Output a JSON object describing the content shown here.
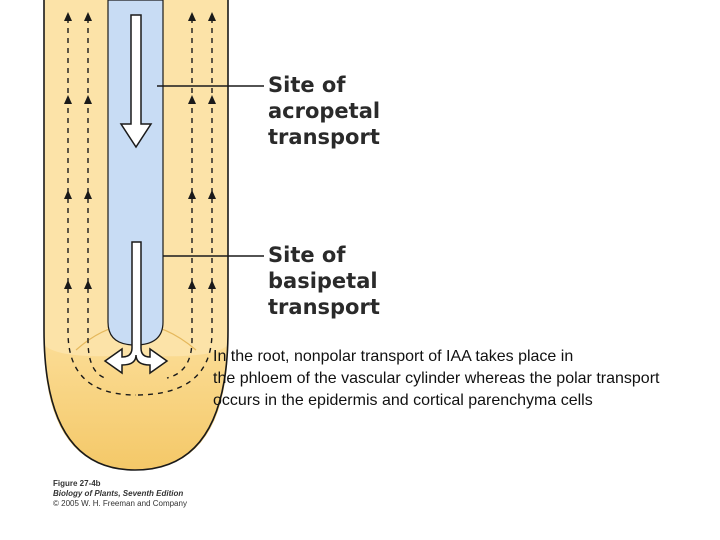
{
  "labels": {
    "acropetal": [
      "Site of",
      "acropetal",
      "transport"
    ],
    "basipetal": [
      "Site of",
      "basipetal",
      "transport"
    ]
  },
  "caption": [
    "In the root, nonpolar transport of IAA takes place in",
    "the phloem of the vascular cylinder whereas the polar transport",
    "occurs in the epidermis and cortical parenchyma cells"
  ],
  "credit": {
    "figure": "Figure 27-4b",
    "book": "Biology of Plants, Seventh Edition",
    "copyright": "© 2005 W. H. Freeman and Company"
  },
  "colors": {
    "cortex": "#fce3a8",
    "root_cap": "#f6cf74",
    "vascular_cylinder": "#c8dcf4",
    "outline": "#1a1a1a",
    "text": "#2a2a2a"
  }
}
